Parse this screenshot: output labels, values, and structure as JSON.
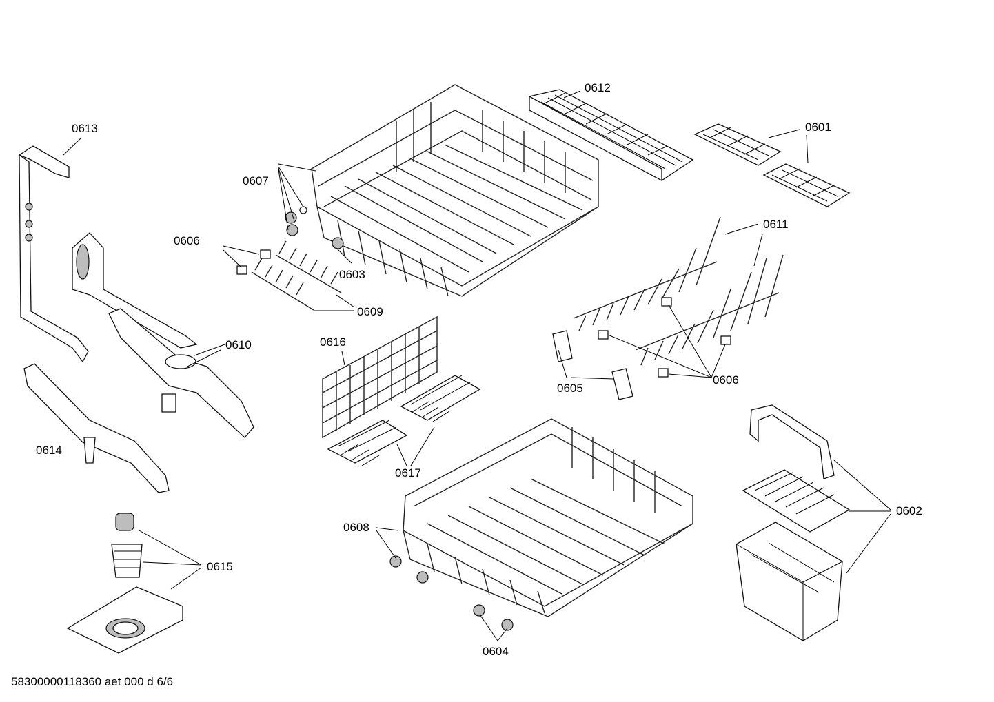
{
  "drawing": {
    "footer_code": "58300000118360 aet 000 d 6/6"
  },
  "labels": {
    "p0601": "0601",
    "p0602": "0602",
    "p0603": "0603",
    "p0604": "0604",
    "p0605": "0605",
    "p0606a": "0606",
    "p0606b": "0606",
    "p0607": "0607",
    "p0608": "0608",
    "p0609": "0609",
    "p0610": "0610",
    "p0611": "0611",
    "p0612": "0612",
    "p0613": "0613",
    "p0614": "0614",
    "p0615": "0615",
    "p0616": "0616",
    "p0617": "0617"
  }
}
